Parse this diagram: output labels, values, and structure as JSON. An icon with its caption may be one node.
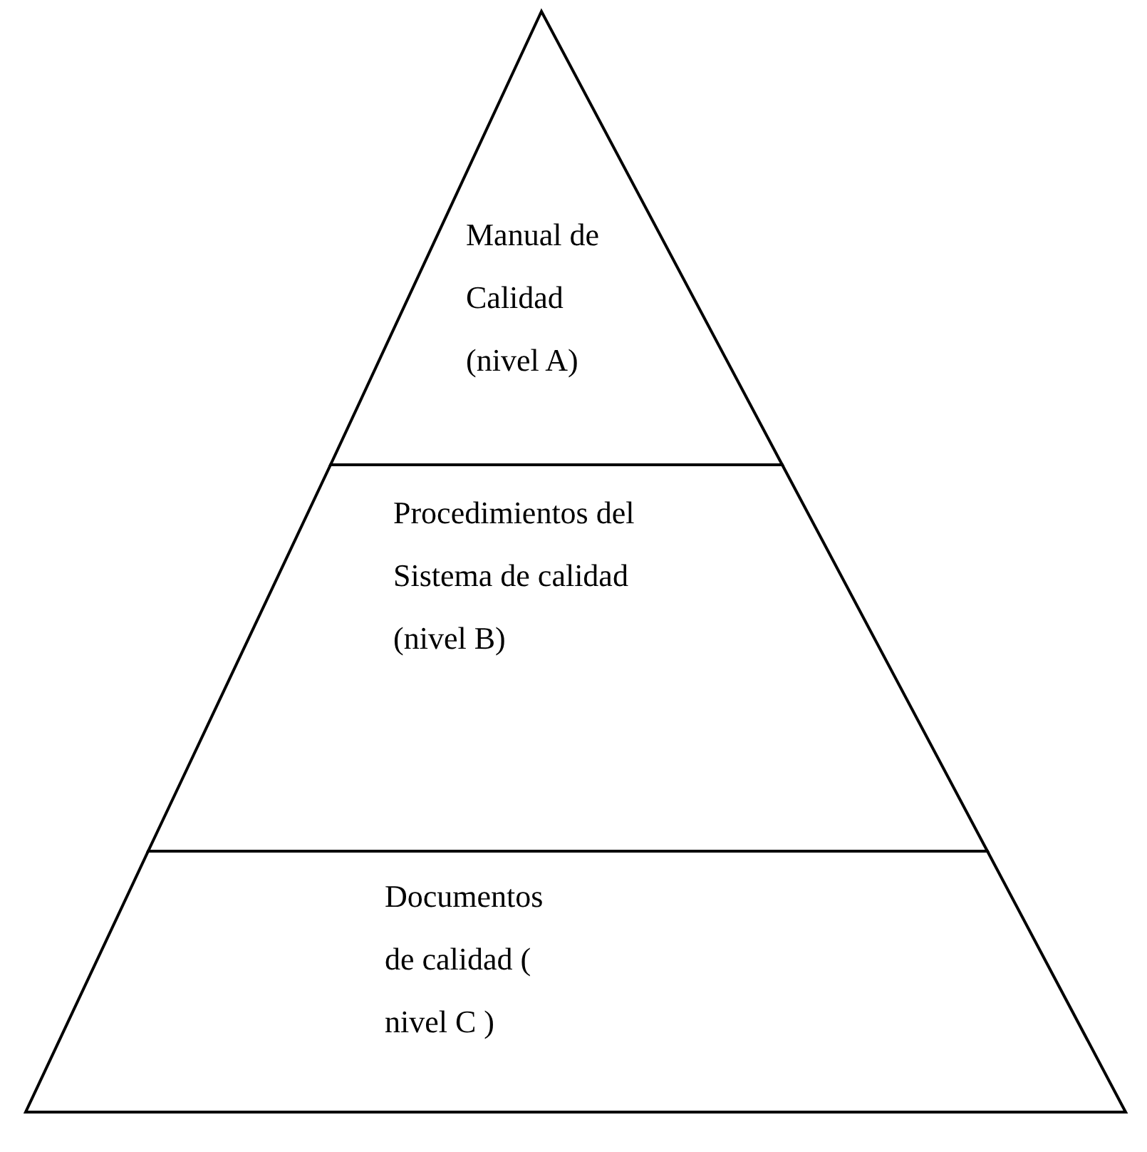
{
  "diagram": {
    "nodes": [
      {
        "text": [
          "Manual de Calidad (nivel A)"
        ]
      },
      {
        "text": [
          "Procedimientos del Sistema de calidad (nivel B)"
        ]
      },
      {
        "text": [
          "Documentos de calidad ( nivel C )"
        ]
      }
    ]
  }
}
